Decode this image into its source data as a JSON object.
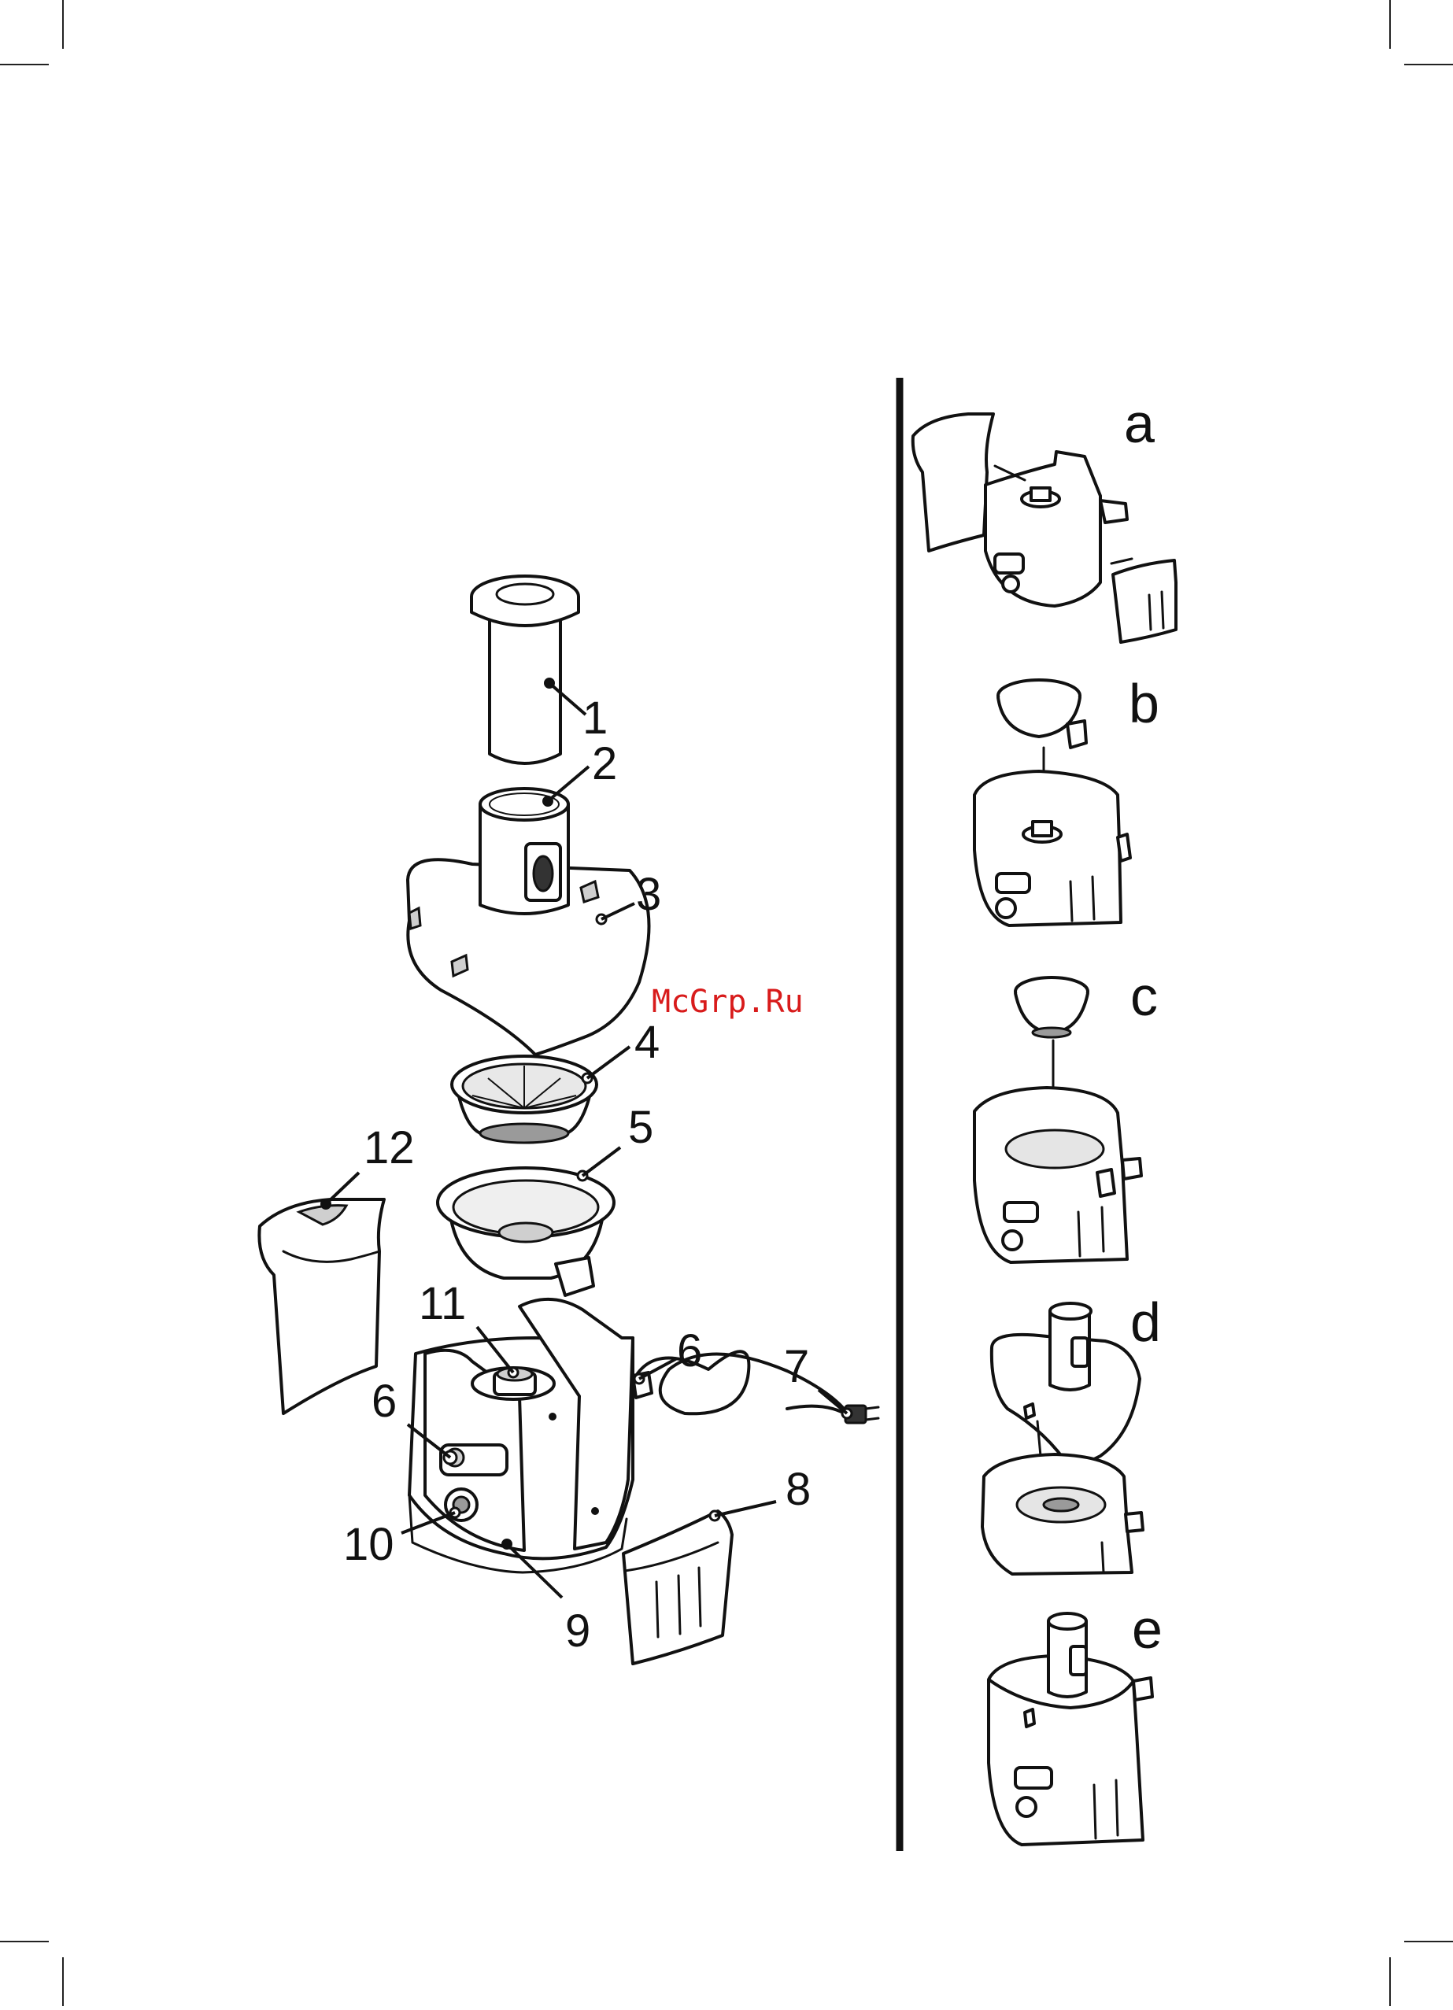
{
  "watermark": "McGrp.Ru",
  "part_labels": {
    "p1": "1",
    "p2": "2",
    "p3": "3",
    "p4": "4",
    "p5": "5",
    "p6a": "6",
    "p6b": "6",
    "p7": "7",
    "p8": "8",
    "p9": "9",
    "p10": "10",
    "p11": "11",
    "p12": "12"
  },
  "step_labels": {
    "a": "a",
    "b": "b",
    "c": "c",
    "d": "d",
    "e": "e"
  }
}
